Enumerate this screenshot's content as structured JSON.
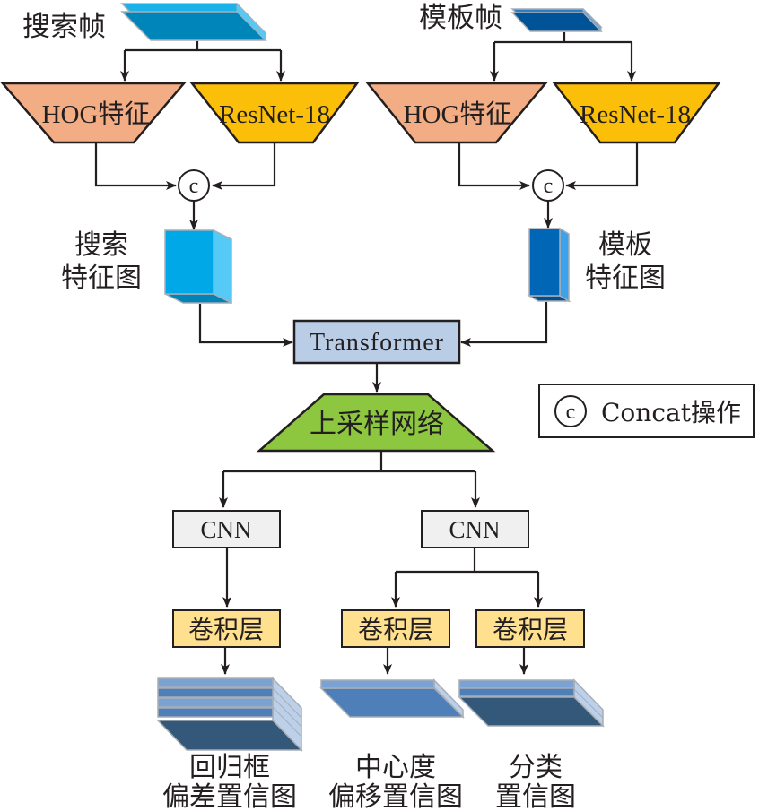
{
  "colors": {
    "hog": "#f2ad85",
    "resnet": "#fbbf0a",
    "transformer": "#b9cde6",
    "upsample": "#8dc63f",
    "cnn": "#f0f0f0",
    "conv": "#ffe08f",
    "search_frame_top": "#1cb1e8",
    "search_frame_face": "#0085ba",
    "template_frame_top": "#2a80c8",
    "template_frame_face": "#005396",
    "search_feat_front": "#00a8e8",
    "search_feat_side": "#55caf6",
    "search_feat_bottom": "#0083b7",
    "template_feat_front": "#0066b5",
    "template_feat_side": "#3aa3ec",
    "template_feat_bottom": "#004f8f",
    "map_light": "#7aa3d4",
    "map_mid": "#4e7fb8",
    "map_dark": "#335879",
    "map_side": "#bcd0ea",
    "map_edge": "#a8aeb5"
  },
  "search_branch": {
    "frame_label": "搜索帧",
    "hog_label": "HOG特征",
    "resnet_label": "ResNet-18",
    "concat_symbol": "c",
    "feature_label_line1": "搜索",
    "feature_label_line2": "特征图"
  },
  "template_branch": {
    "frame_label": "模板帧",
    "hog_label": "HOG特征",
    "resnet_label": "ResNet-18",
    "concat_symbol": "c",
    "feature_label_line1": "模板",
    "feature_label_line2": "特征图"
  },
  "transformer_label": "Transformer",
  "upsample_label": "上采样网络",
  "legend": {
    "symbol": "c",
    "label": "Concat操作"
  },
  "heads": {
    "cnn_left_label": "CNN",
    "cnn_right_label": "CNN",
    "conv_labels": [
      "卷积层",
      "卷积层",
      "卷积层"
    ]
  },
  "outputs": [
    {
      "line1": "回归框",
      "line2": "偏差置信图"
    },
    {
      "line1": "中心度",
      "line2": "偏移置信图"
    },
    {
      "line1": "分类",
      "line2": "置信图"
    }
  ]
}
